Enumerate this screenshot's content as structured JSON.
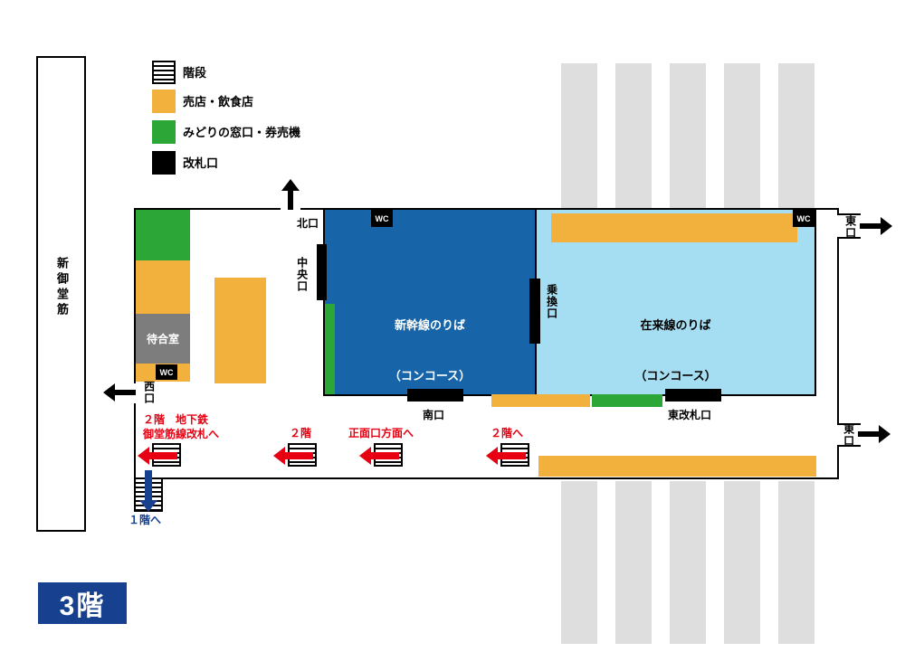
{
  "floor": {
    "badge": "3階"
  },
  "colors": {
    "shop-orange": "#F1B13C",
    "midori-green": "#2BA637",
    "shinkansen-blue": "#1764A8",
    "local-blue": "#A5DEF2",
    "platform-gray": "#DEDEDE",
    "waiting-gray": "#7D7D7D",
    "route-red": "#E60012",
    "floor-blue": "#17418F"
  },
  "legend": {
    "items": [
      {
        "label": "階段",
        "icon": "stairs-icon"
      },
      {
        "label": "売店・飲食店",
        "icon": "shop-swatch"
      },
      {
        "label": "みどりの窓口・券売機",
        "icon": "midori-swatch"
      },
      {
        "label": "改札口",
        "icon": "gate-swatch"
      }
    ]
  },
  "street": {
    "name": "新御堂筋"
  },
  "areas": {
    "shinkansen": {
      "line1": "新幹線のりば",
      "line2": "（コンコース）"
    },
    "local": {
      "line1": "在来線のりば",
      "line2": "（コンコース）"
    },
    "waiting_room": "待合室",
    "wc": "WC"
  },
  "exits": {
    "north": "北口",
    "central": "中央口",
    "transfer": "乗換口",
    "east_top": "東口",
    "east_bottom": "東口",
    "south": "南口",
    "east_gate": "東改札口",
    "west": "西口"
  },
  "stairs": {
    "subway_line1": "２階　地下鉄",
    "subway_line2": "御堂筋線改札へ",
    "front_floor": "２階",
    "front_dest": "正面口方面へ",
    "east_2f": "２階へ",
    "down_1f": "１階へ"
  }
}
